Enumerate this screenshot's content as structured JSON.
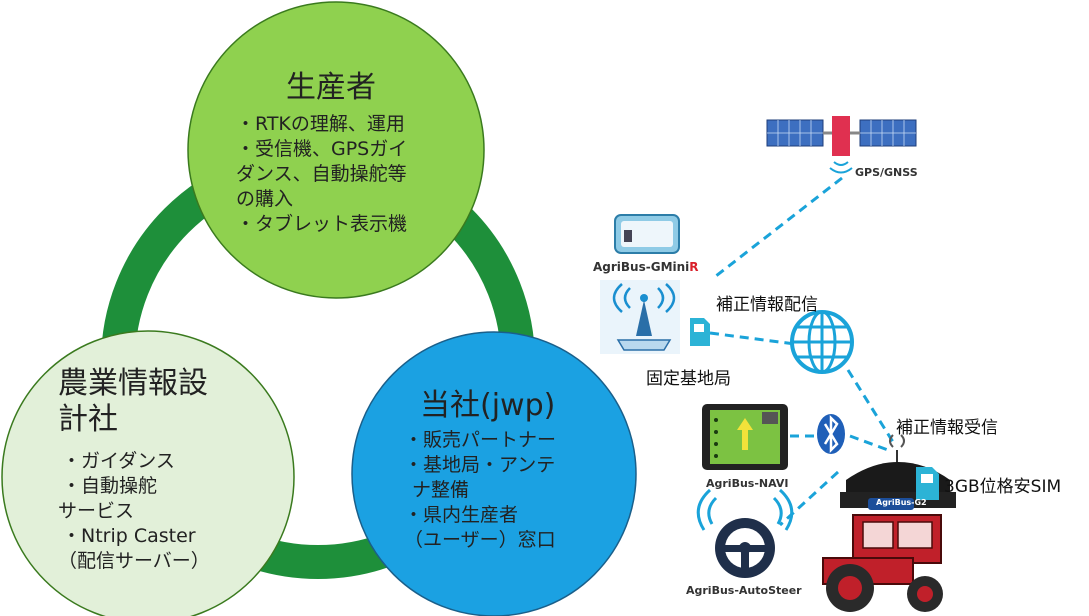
{
  "producer": {
    "title": "生産者",
    "items": [
      "・RTKの理解、運用",
      "・受信機、GPSガイ",
      "ダンス、自動操舵等",
      "の購入",
      "・タブレット表示機"
    ]
  },
  "agri_design": {
    "title_line1": "農業情報設",
    "title_line2": "計社",
    "items": [
      "・ガイダンス",
      "・自動操舵",
      "サービス",
      "・Ntrip Caster",
      "（配信サーバー）"
    ]
  },
  "company": {
    "title": "当社(jwp)",
    "items": [
      "・販売パートナー",
      "・基地局・アンテ",
      "ナ整備",
      "・県内生産者",
      "（ユーザー）窓口"
    ]
  },
  "labels": {
    "gps": "GPS/GNSS",
    "gmini_prefix": "AgriBus-GMini",
    "gmini_suffix": "R",
    "correction_send": "補正情報配信",
    "base_station": "固定基地局",
    "correction_receive": "補正情報受信",
    "sim": "3GB位格安SIM",
    "navi": "AgriBus-NAVI",
    "g2": "AgriBus-G2",
    "autosteer": "AgriBus-AutoSteer"
  },
  "colors": {
    "ring": "#1e8f3a",
    "producer": "#8fd14f",
    "agri_design": "#e2f0d9",
    "company": "#1ba1e2",
    "dash": "#1aa3d9",
    "tractor": "#c0202a"
  }
}
